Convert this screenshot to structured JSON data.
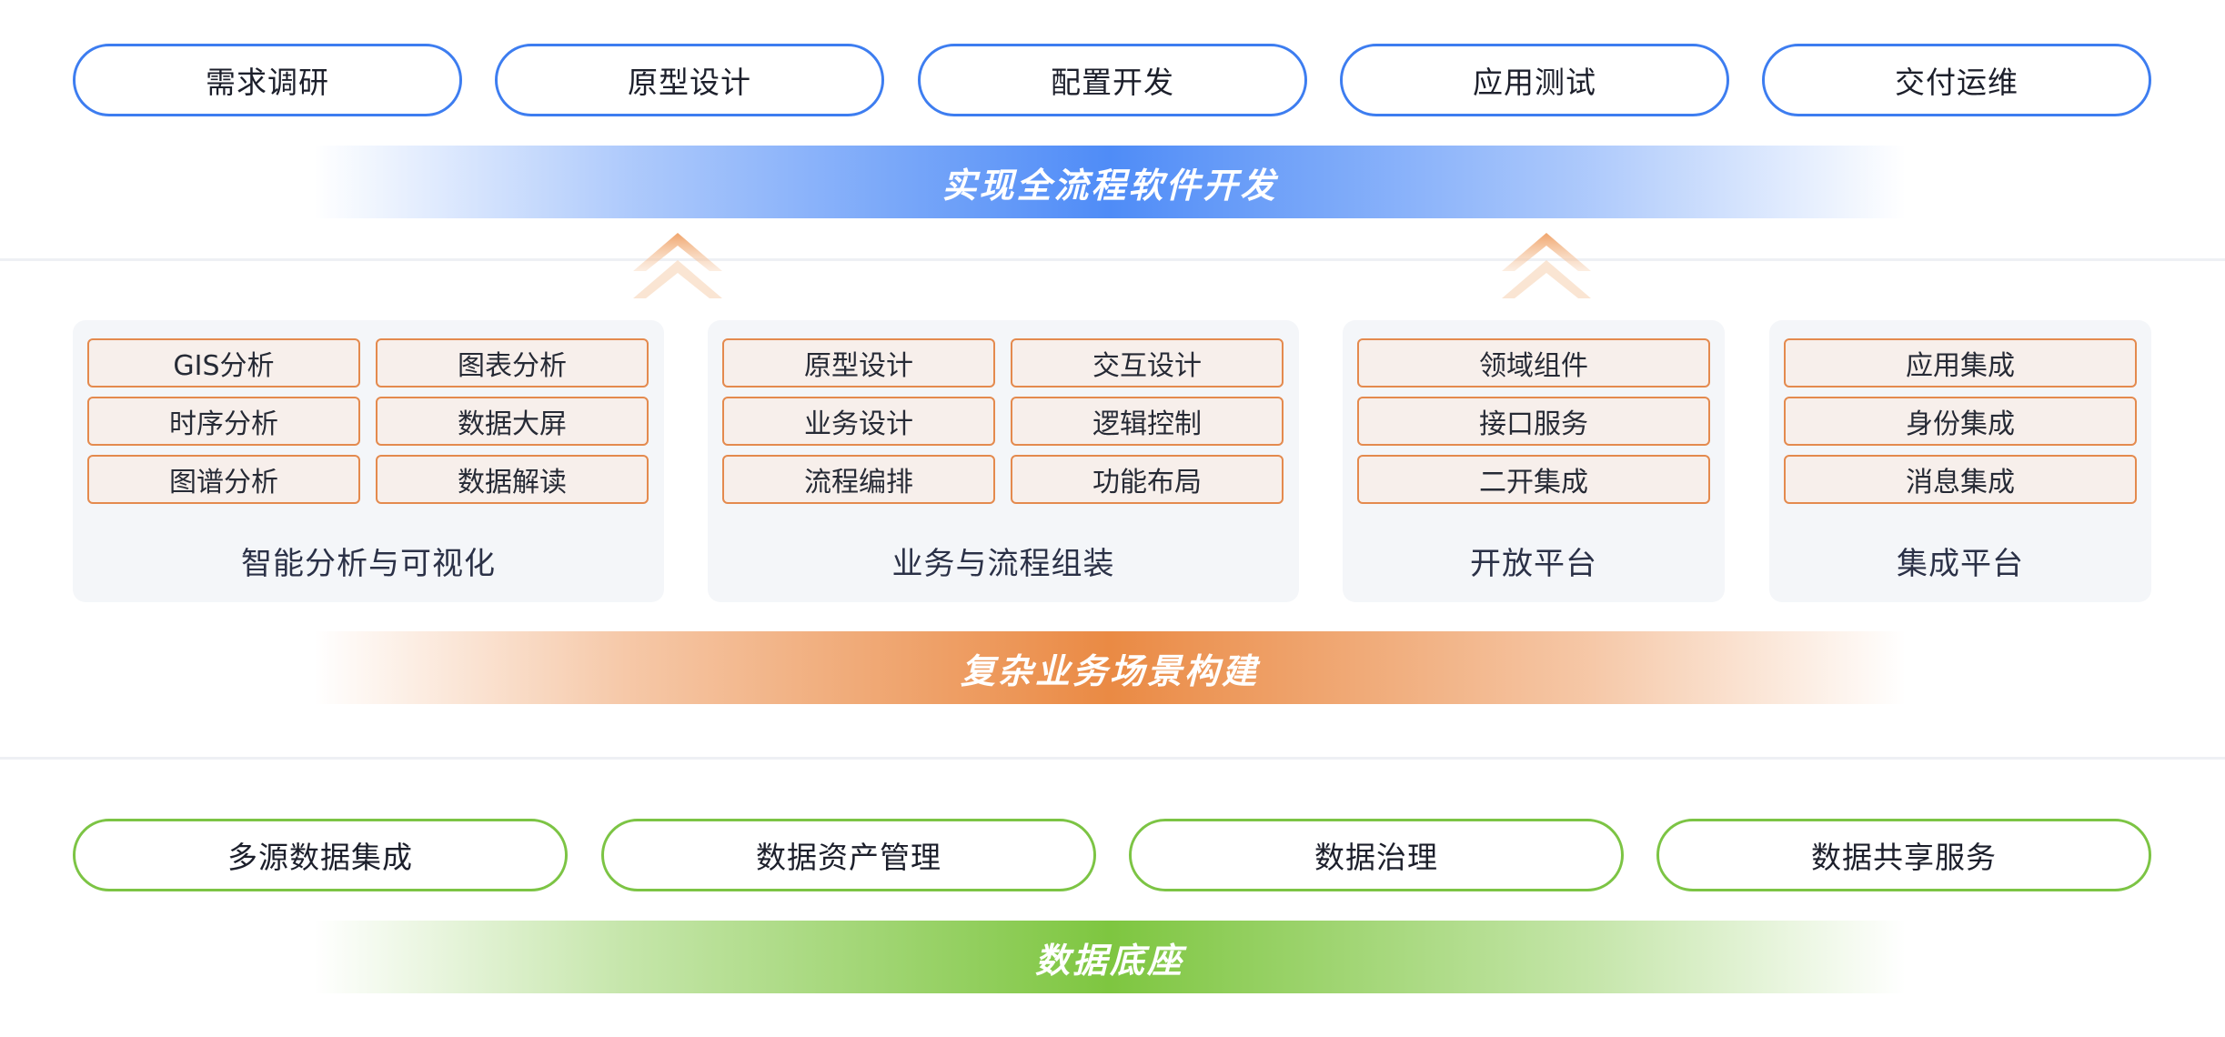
{
  "top_stages": [
    "需求调研",
    "原型设计",
    "配置开发",
    "应用测试",
    "交付运维"
  ],
  "top_banner": "实现全流程软件开发",
  "modules": [
    {
      "title": "智能分析与可视化",
      "items": [
        "GIS分析",
        "图表分析",
        "时序分析",
        "数据大屏",
        "图谱分析",
        "数据解读"
      ]
    },
    {
      "title": "业务与流程组装",
      "items": [
        "原型设计",
        "交互设计",
        "业务设计",
        "逻辑控制",
        "流程编排",
        "功能布局"
      ]
    },
    {
      "title": "开放平台",
      "items": [
        "领域组件",
        "接口服务",
        "二开集成"
      ]
    },
    {
      "title": "集成平台",
      "items": [
        "应用集成",
        "身份集成",
        "消息集成"
      ]
    }
  ],
  "middle_banner": "复杂业务场景构建",
  "data_services": [
    "多源数据集成",
    "数据资产管理",
    "数据治理",
    "数据共享服务"
  ],
  "bottom_banner": "数据底座",
  "colors": {
    "blue": "#3d7df0",
    "orange": "#e48a4e",
    "green": "#7cc444"
  }
}
